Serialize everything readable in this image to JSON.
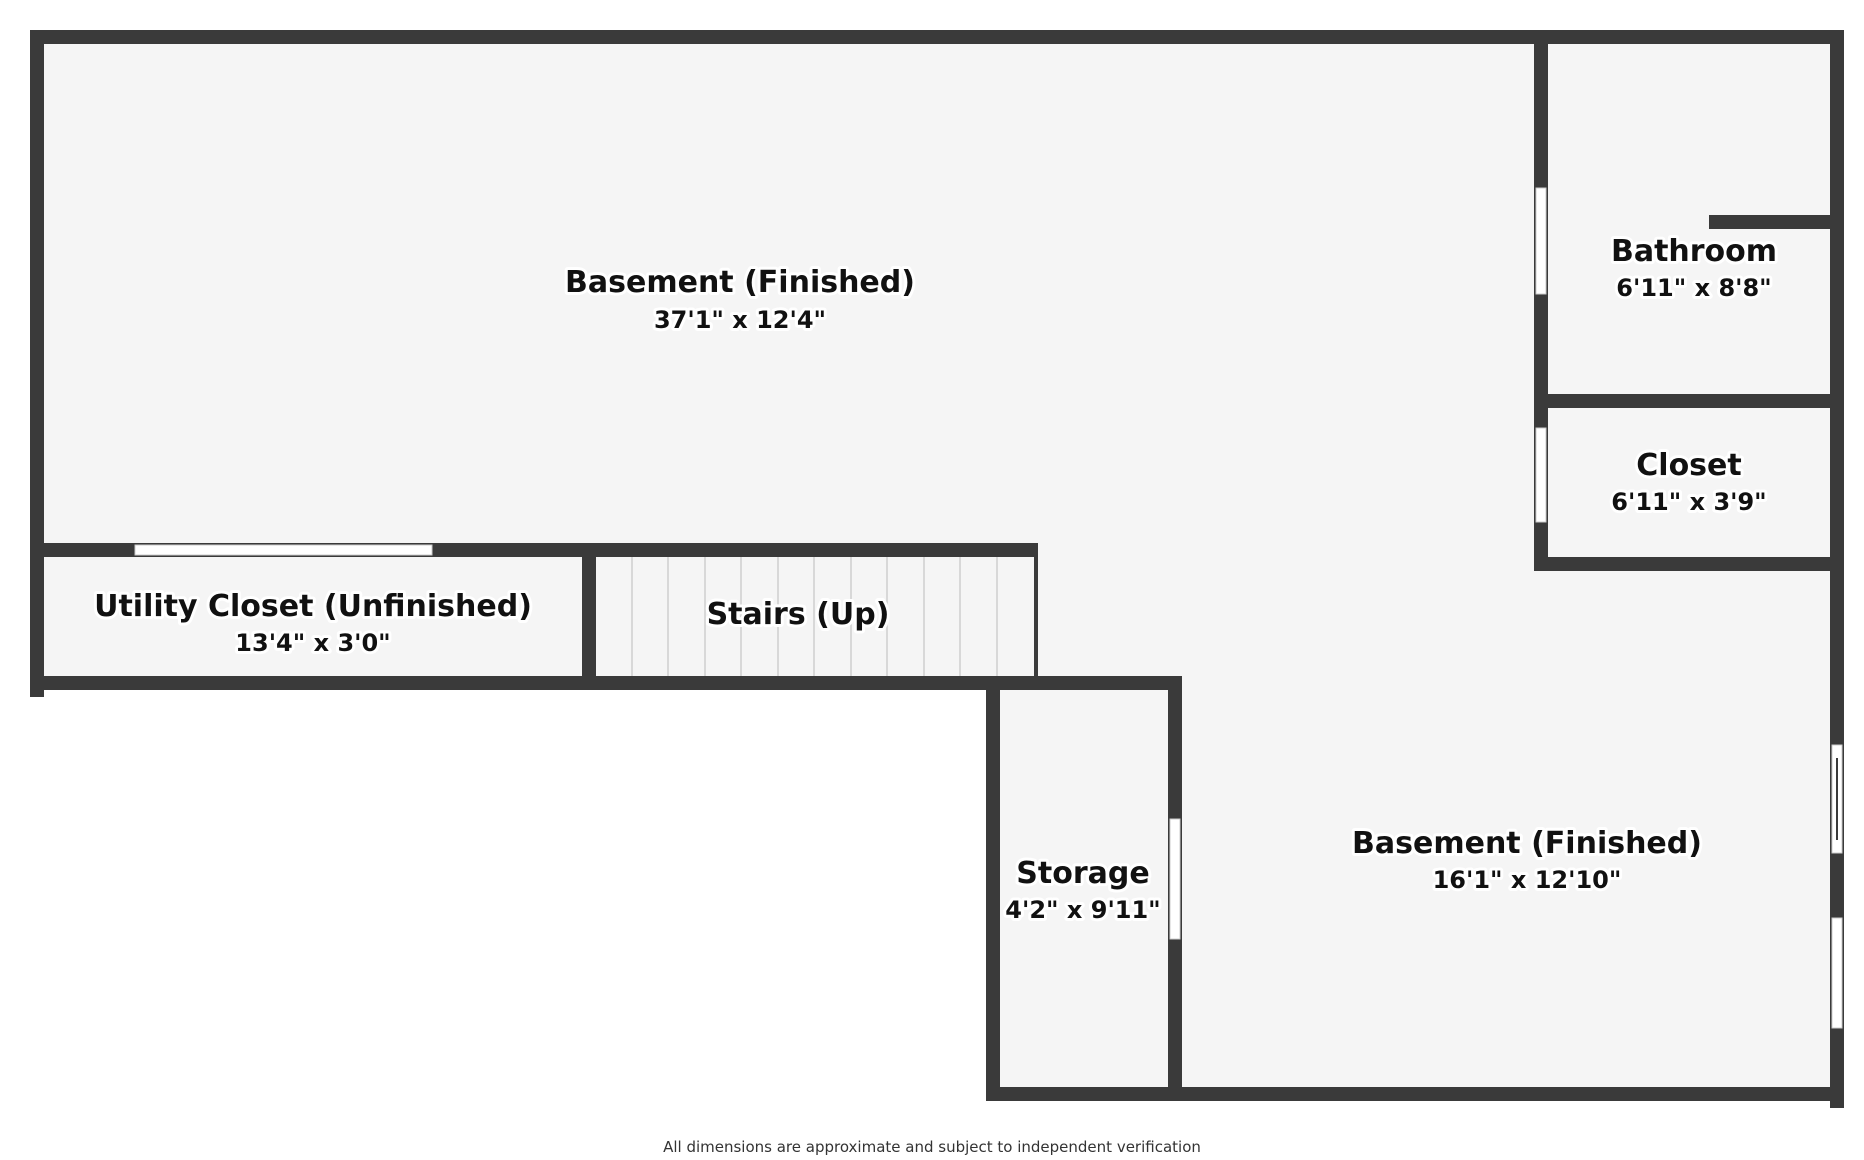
{
  "floorplan": {
    "rooms": [
      {
        "name": "Basement (Finished)",
        "dims": "37'1\" x 12'4\""
      },
      {
        "name": "Bathroom",
        "dims": "6'11\" x 8'8\""
      },
      {
        "name": "Closet",
        "dims": "6'11\" x 3'9\""
      },
      {
        "name": "Utility Closet (Unfinished)",
        "dims": "13'4\" x 3'0\""
      },
      {
        "name": "Stairs (Up)"
      },
      {
        "name": "Storage",
        "dims": "4'2\" x 9'11\""
      },
      {
        "name": "Basement (Finished)",
        "dims": "16'1\" x 12'10\""
      }
    ],
    "disclaimer": "All dimensions are approximate and subject to independent verification"
  },
  "colors": {
    "wall": "#3a3a3a",
    "floor": "#f5f5f5",
    "window": "#ffffff",
    "text": "#111111"
  }
}
